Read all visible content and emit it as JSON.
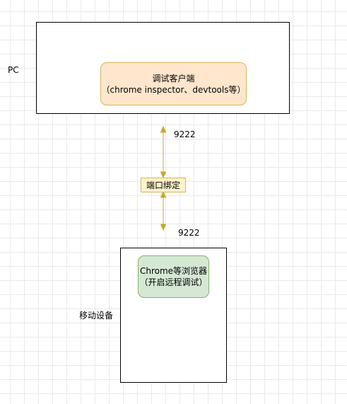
{
  "pc": {
    "label": "PC",
    "client": {
      "line1": "调试客户端",
      "line2": "（chrome inspector、devtools等）"
    }
  },
  "connection": {
    "binding_label": "端口绑定",
    "port_top": "9222",
    "port_bottom": "9222",
    "arrow_color": "#c8a82d"
  },
  "mobile": {
    "label": "移动设备",
    "browser": {
      "line1": "Chrome等浏览器",
      "line2": "（开启远程调试）"
    }
  },
  "colors": {
    "client_fill": "#ffe6cc",
    "client_stroke": "#d6b656",
    "browser_fill": "#d5e8d4",
    "browser_stroke": "#82b366",
    "binding_fill": "#fff2cc"
  }
}
